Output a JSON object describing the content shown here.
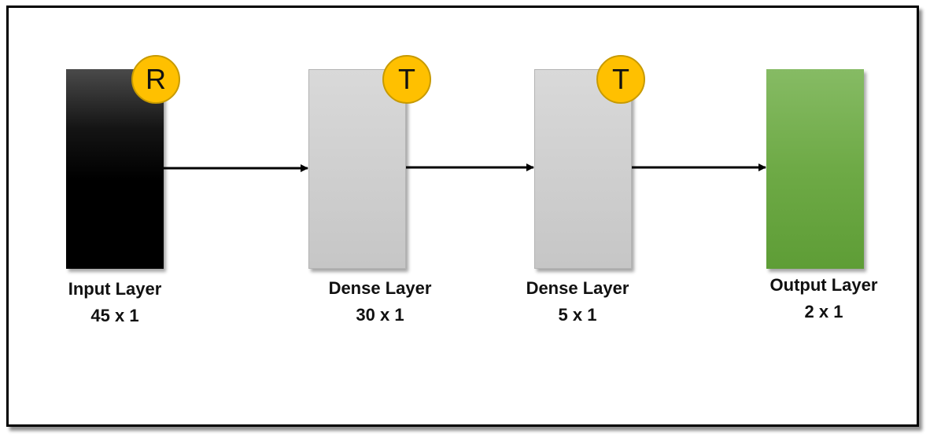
{
  "layers": [
    {
      "name": "Input Layer",
      "size": "45 x 1",
      "badge": "R",
      "fill": "#000000"
    },
    {
      "name": "Dense Layer",
      "size": "30 x 1",
      "badge": "T",
      "fill": "#d0d0d0"
    },
    {
      "name": "Dense Layer",
      "size": "5 x 1",
      "badge": "T",
      "fill": "#d0d0d0"
    },
    {
      "name": "Output Layer",
      "size": "2 x 1",
      "fill": "#70ad47"
    }
  ],
  "colors": {
    "badge": "#ffc000",
    "arrow": "#000000",
    "frame": "#000000"
  }
}
